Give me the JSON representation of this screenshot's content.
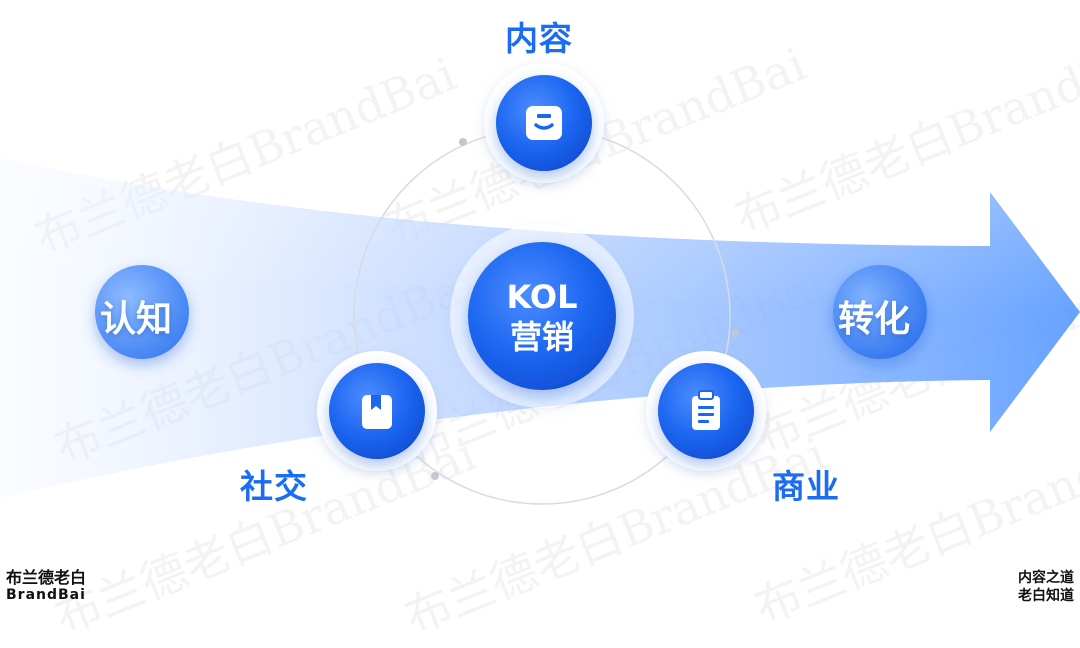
{
  "center": {
    "line1": "KOL",
    "line2": "营销"
  },
  "nodes": {
    "top": "内容",
    "left": "社交",
    "right": "商业"
  },
  "sides": {
    "left": "认知",
    "right": "转化"
  },
  "watermark": "布兰德老白BrandBai",
  "brand_left": {
    "zh": "布兰德老白",
    "en": "BrandBai"
  },
  "brand_right": {
    "line1": "内容之道",
    "line2": "老白知道"
  },
  "colors": {
    "accent": "#1a6cf2",
    "arrow": "#6aa8ff"
  },
  "icons": {
    "top": "face-icon",
    "left": "bookmark-icon",
    "right": "clipboard-icon"
  }
}
